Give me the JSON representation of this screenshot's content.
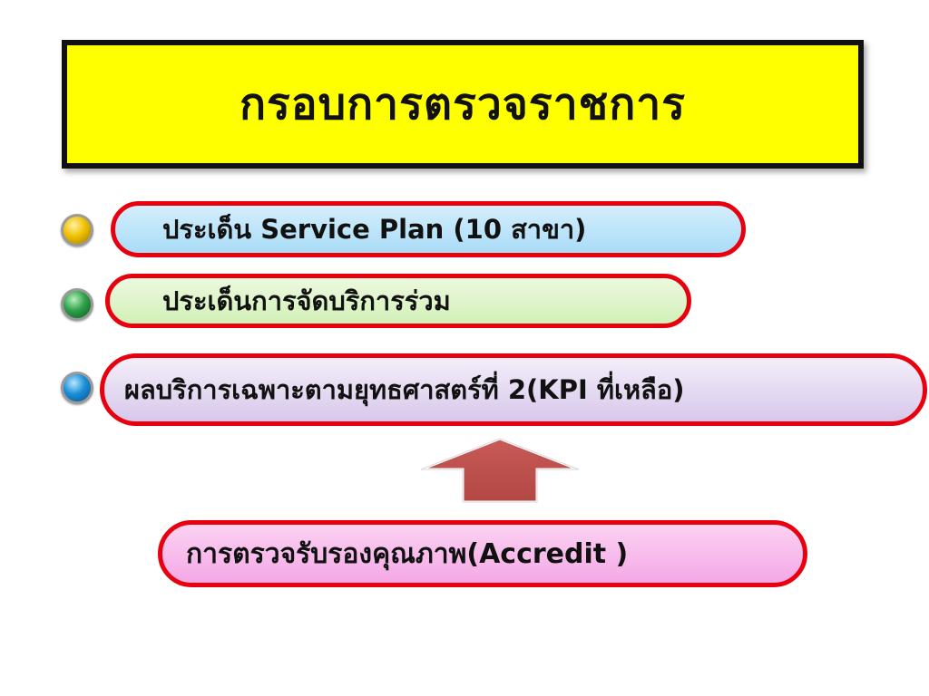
{
  "slide": {
    "title": "กรอบการตรวจราชการ",
    "items": [
      {
        "text": "ประเด็น Service Plan (10 สาขา)",
        "bullet": "yellow-bullet-icon"
      },
      {
        "text": "ประเด็นการจัดบริการร่วม",
        "bullet": "green-bullet-icon"
      },
      {
        "text": "ผลบริการเฉพาะตามยุทธศาสตร์ที่ 2(KPI ที่เหลือ)",
        "bullet": "blue-bullet-icon"
      }
    ],
    "bottom_box": "การตรวจรับรองคุณภาพ(Accredit )"
  },
  "colors": {
    "title_bg": "#ffff00",
    "pill_border": "#e8000e",
    "arrow_fill": "#c0504d"
  }
}
